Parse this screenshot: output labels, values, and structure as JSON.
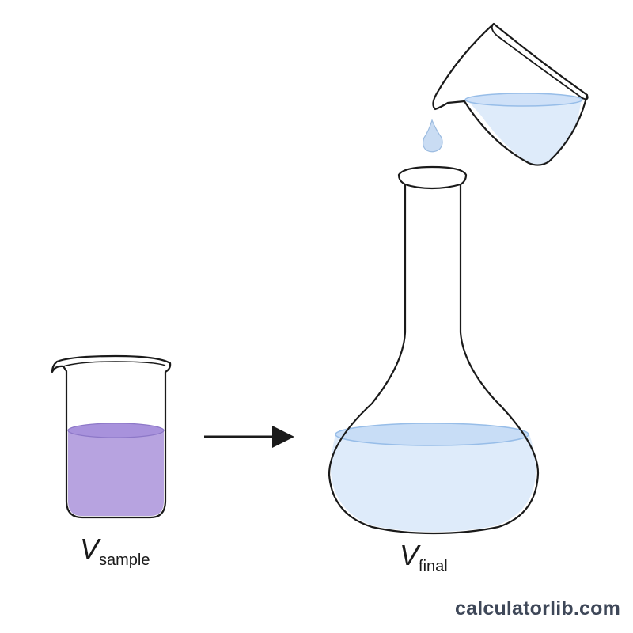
{
  "labels": {
    "sample": {
      "symbol": "V",
      "subscript": "sample"
    },
    "final": {
      "symbol": "V",
      "subscript": "final"
    }
  },
  "watermark": "calculatorlib.com",
  "colors": {
    "sample_liquid": "#b7a3e0",
    "sample_liquid_surface": "#a892dc",
    "solvent_liquid": "#deebfa",
    "solvent_surface": "#c8ddf6",
    "drop": "#c9dcf3",
    "outline": "#1a1a1a",
    "arrow": "#1a1a1a",
    "watermark": "#3e4758"
  },
  "icons": {
    "sample_container": "beaker-icon",
    "final_container": "volumetric-flask-icon",
    "pour_container": "pouring-beaker-icon",
    "drop": "droplet-icon",
    "direction": "arrow-right-icon"
  }
}
